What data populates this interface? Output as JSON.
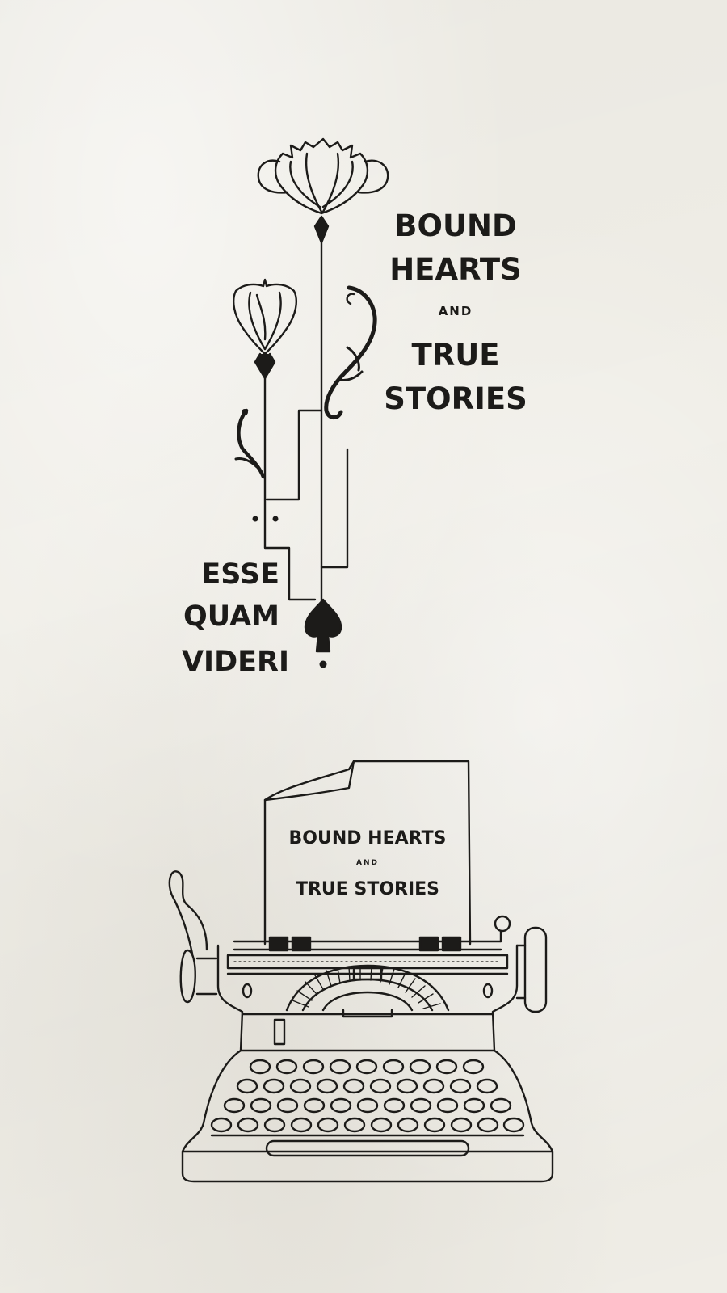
{
  "colors": {
    "ink": "#1c1b19",
    "paper": "#efede6"
  },
  "top_emblem": {
    "line1": "BOUND",
    "line2": "HEARTS",
    "conjunction": "AND",
    "line3": "TRUE",
    "line4": "STORIES",
    "motto": [
      "ESSE",
      "QUAM",
      "VIDERI"
    ],
    "icons": [
      "tulip-flower-icon",
      "rosebud-flower-icon",
      "scroll-flourish-icon",
      "spade-drop-icon"
    ]
  },
  "typewriter": {
    "paper_line1": "BOUND HEARTS",
    "paper_conjunction": "AND",
    "paper_line2": "TRUE STORIES",
    "icon": "typewriter-icon"
  }
}
